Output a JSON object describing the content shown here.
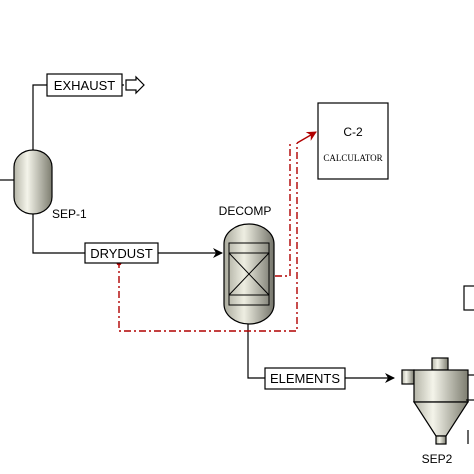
{
  "colors": {
    "line": "#000000",
    "info_stream": "#b00000",
    "vessel_light": "#e6e6d9",
    "vessel_dark": "#8a8a7c",
    "background": "#ffffff"
  },
  "streams": {
    "exhaust": "EXHAUST",
    "drydust": "DRYDUST",
    "elements": "ELEMENTS"
  },
  "blocks": {
    "sep1": "SEP-1",
    "decomp": "DECOMP",
    "sep2": "SEP2",
    "calculator_id": "C-2",
    "calculator_type": "CALCULATOR"
  },
  "icons": {
    "exhaust_outlet": "arrow-outlet-icon",
    "sep1": "flash-drum-icon",
    "decomp": "reactor-icon",
    "sep2": "cyclone-separator-icon",
    "calculator": "calculator-block-icon"
  }
}
